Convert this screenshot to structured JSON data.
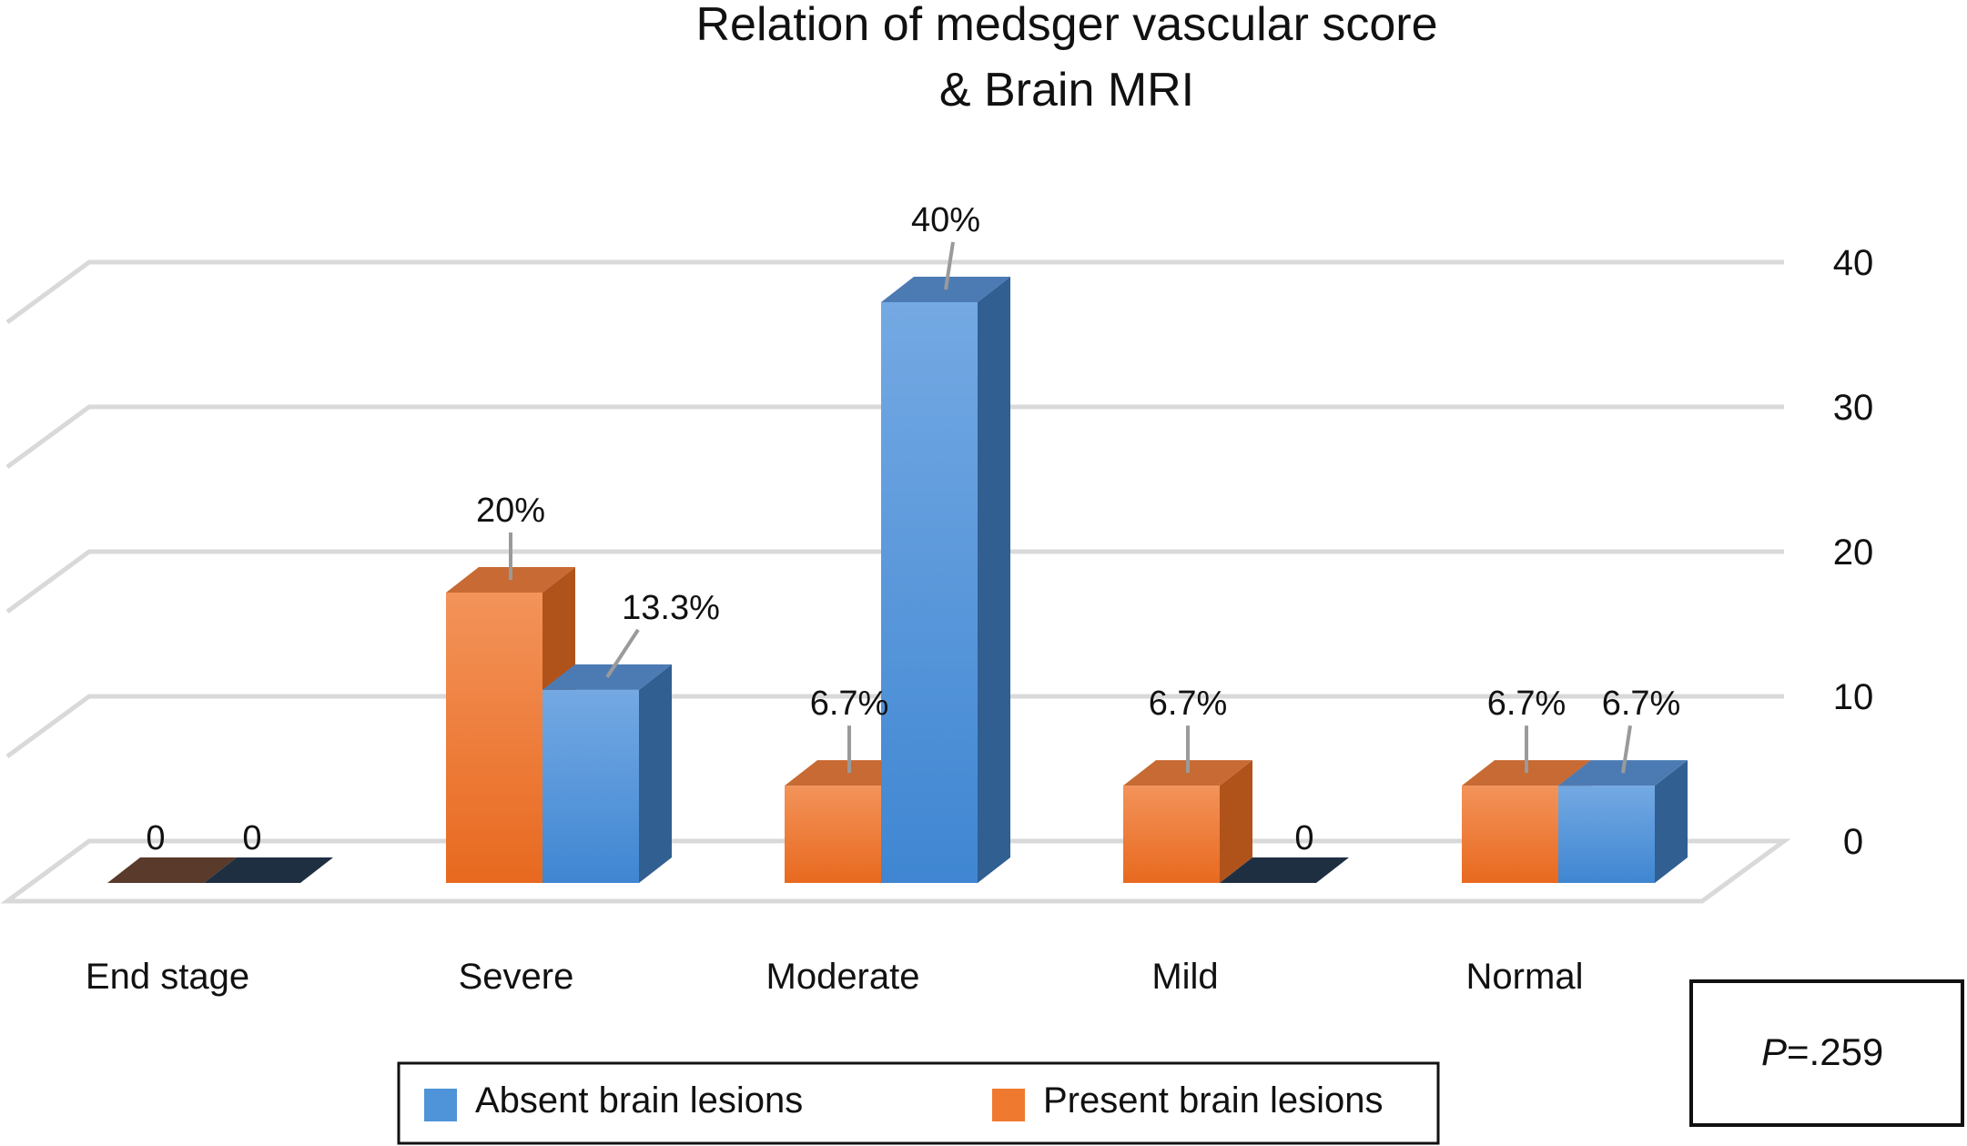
{
  "chart_data": {
    "type": "bar",
    "title_lines": [
      "Relation of medsger vascular score",
      "& Brain MRI"
    ],
    "categories": [
      "End stage",
      "Severe",
      "Moderate",
      "Mild",
      "Normal"
    ],
    "series": [
      {
        "name": "Present brain lesions",
        "color": "#ef7a2f",
        "values": [
          0,
          20,
          6.7,
          6.7,
          6.7
        ],
        "labels": [
          "0",
          "20%",
          "6.7%",
          "6.7%",
          "6.7%"
        ]
      },
      {
        "name": "Absent brain lesions",
        "color": "#4f93d8",
        "values": [
          0,
          13.3,
          40,
          0,
          6.7
        ],
        "labels": [
          "0",
          "13.3%",
          "40%",
          "0",
          "6.7%"
        ]
      }
    ],
    "ylim": [
      0,
      40
    ],
    "yticks": [
      "0",
      "10",
      "20",
      "30",
      "40"
    ],
    "legend": {
      "position": "bottom",
      "items": [
        {
          "label": "Absent brain lesions",
          "color": "#4f93d8"
        },
        {
          "label": "Present brain lesions",
          "color": "#ef7a2f"
        }
      ]
    },
    "annotation": {
      "italic": "P",
      "rest": "=.259"
    },
    "grid": true,
    "style": "3d-column"
  }
}
